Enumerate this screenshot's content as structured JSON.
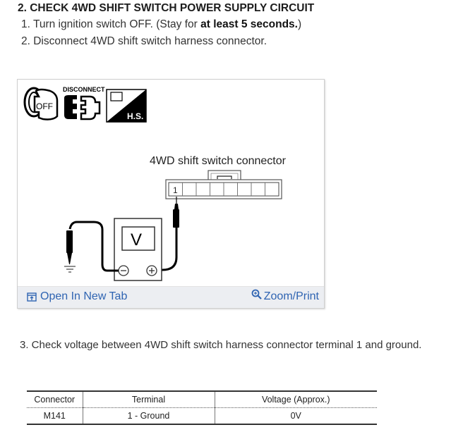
{
  "section": {
    "title": "2. CHECK 4WD SHIFT SWITCH POWER SUPPLY CIRCUIT",
    "steps": [
      {
        "prefix": "1. Turn ignition switch OFF. (Stay for ",
        "bold": "at least 5 seconds.",
        "suffix": ")"
      },
      {
        "text": "2. Disconnect 4WD shift switch harness connector."
      },
      {
        "text": "3. Check voltage between 4WD shift switch harness connector terminal 1 and ground."
      }
    ]
  },
  "figure": {
    "icons": {
      "ignition_key_label": "OFF",
      "disconnect_label": "DISCONNECT",
      "harness_side_label": "H.S."
    },
    "connector_label": "4WD shift switch connector",
    "connector_terminal_number": "1",
    "connector_cell_count": 8,
    "meter_symbol": "V",
    "meter_minus": "−",
    "meter_plus": "+",
    "footer": {
      "open_new_tab": "Open In New Tab",
      "zoom_print": "Zoom/Print"
    }
  },
  "spec_table": {
    "headers": [
      "Connector",
      "Terminal",
      "Voltage (Approx.)"
    ],
    "rows": [
      [
        "M141",
        "1 - Ground",
        "0V"
      ]
    ]
  },
  "colors": {
    "link": "#2f64b2",
    "footer_bg": "#eceef2"
  }
}
